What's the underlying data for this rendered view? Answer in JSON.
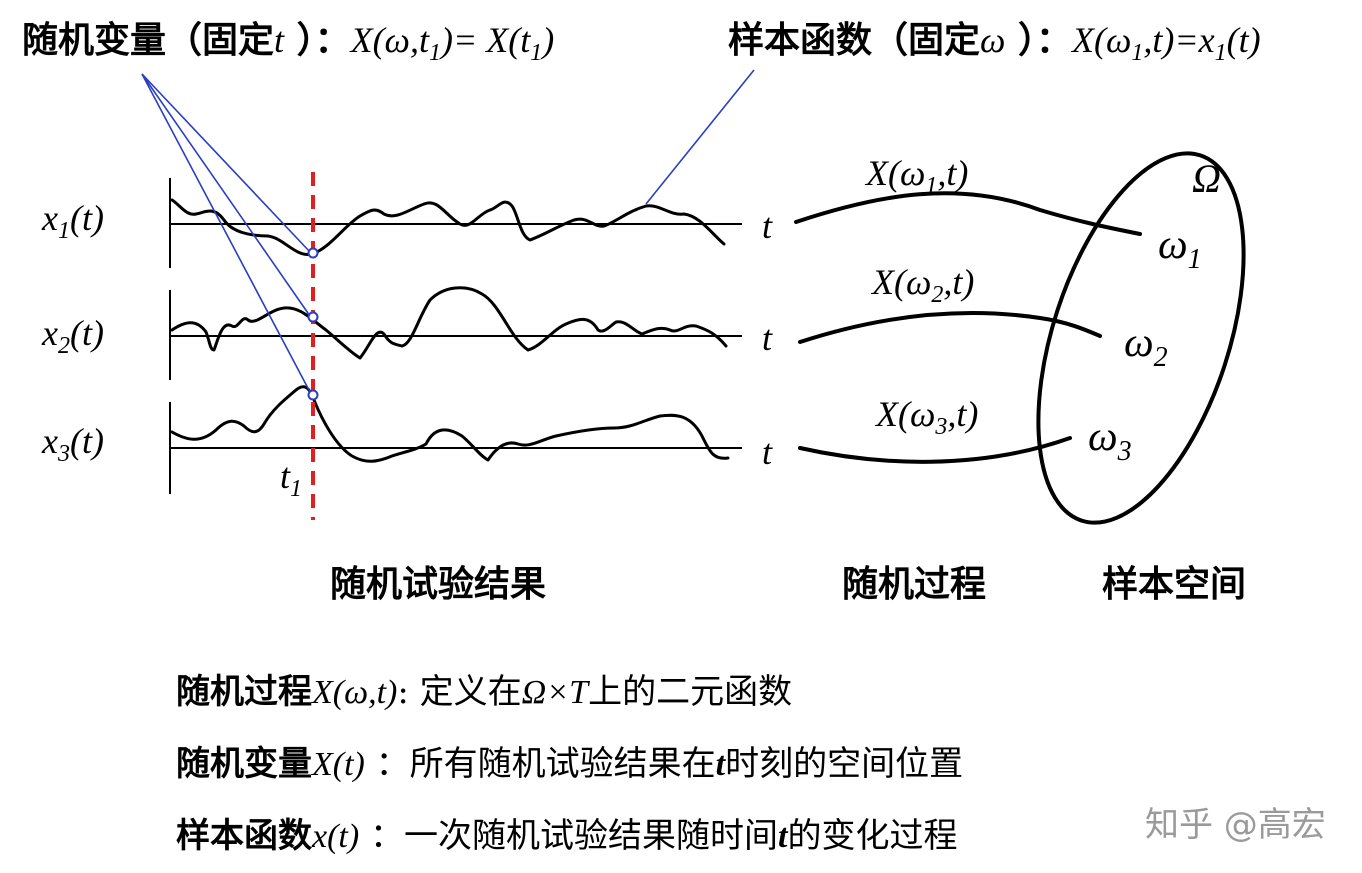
{
  "top_labels": {
    "random_variable": {
      "zh": "随机变量（固定",
      "var": "t",
      "close": " ）：",
      "expr_a": "X(ω,t",
      "expr_a_sub": "1",
      "expr_b": ")= X(t",
      "expr_b_sub": "1",
      "expr_c": ")"
    },
    "sample_function": {
      "zh": "样本函数（固定",
      "var": "ω",
      "close": " ）：",
      "expr_a": "X(ω",
      "expr_a_sub": "1",
      "expr_b": ",t)=x",
      "expr_b_sub": "1",
      "expr_c": "(t)"
    }
  },
  "rows": [
    {
      "label": "x",
      "sub": "1",
      "arg": "(t)",
      "axis": "t"
    },
    {
      "label": "x",
      "sub": "2",
      "arg": "(t)",
      "axis": "t"
    },
    {
      "label": "x",
      "sub": "3",
      "arg": "(t)",
      "axis": "t"
    }
  ],
  "marker": {
    "label": "t",
    "sub": "1",
    "color": "#e02020"
  },
  "processes": [
    {
      "pre": "X(ω",
      "sub": "1",
      "post": ",t)"
    },
    {
      "pre": "X(ω",
      "sub": "2",
      "post": ",t)"
    },
    {
      "pre": "X(ω",
      "sub": "3",
      "post": ",t)"
    }
  ],
  "sample_space": {
    "symbol": "Ω",
    "outcomes": [
      {
        "sym": "ω",
        "sub": "1"
      },
      {
        "sym": "ω",
        "sub": "2"
      },
      {
        "sym": "ω",
        "sub": "3"
      }
    ]
  },
  "captions": {
    "experiments": "随机试验结果",
    "process": "随机过程",
    "space": "样本空间"
  },
  "definitions": [
    {
      "term": "随机过程",
      "math": "X(ω,t)",
      "rest_a": ": 定义在",
      "math2": "Ω×T",
      "rest_b": "上的二元函数"
    },
    {
      "term": "随机变量",
      "math": "X(t)",
      "rest_a": " ：所有随机试验结果在",
      "math2": "t",
      "rest_b": "时刻的空间位置"
    },
    {
      "term": "样本函数",
      "math": "x(t)",
      "rest_a": " ：一次随机试验结果随时间",
      "math2": "t",
      "rest_b": "的变化过程"
    }
  ],
  "watermark": "知乎 @高宏",
  "colors": {
    "pointer": "#2a3fc0",
    "ink": "#000000"
  }
}
